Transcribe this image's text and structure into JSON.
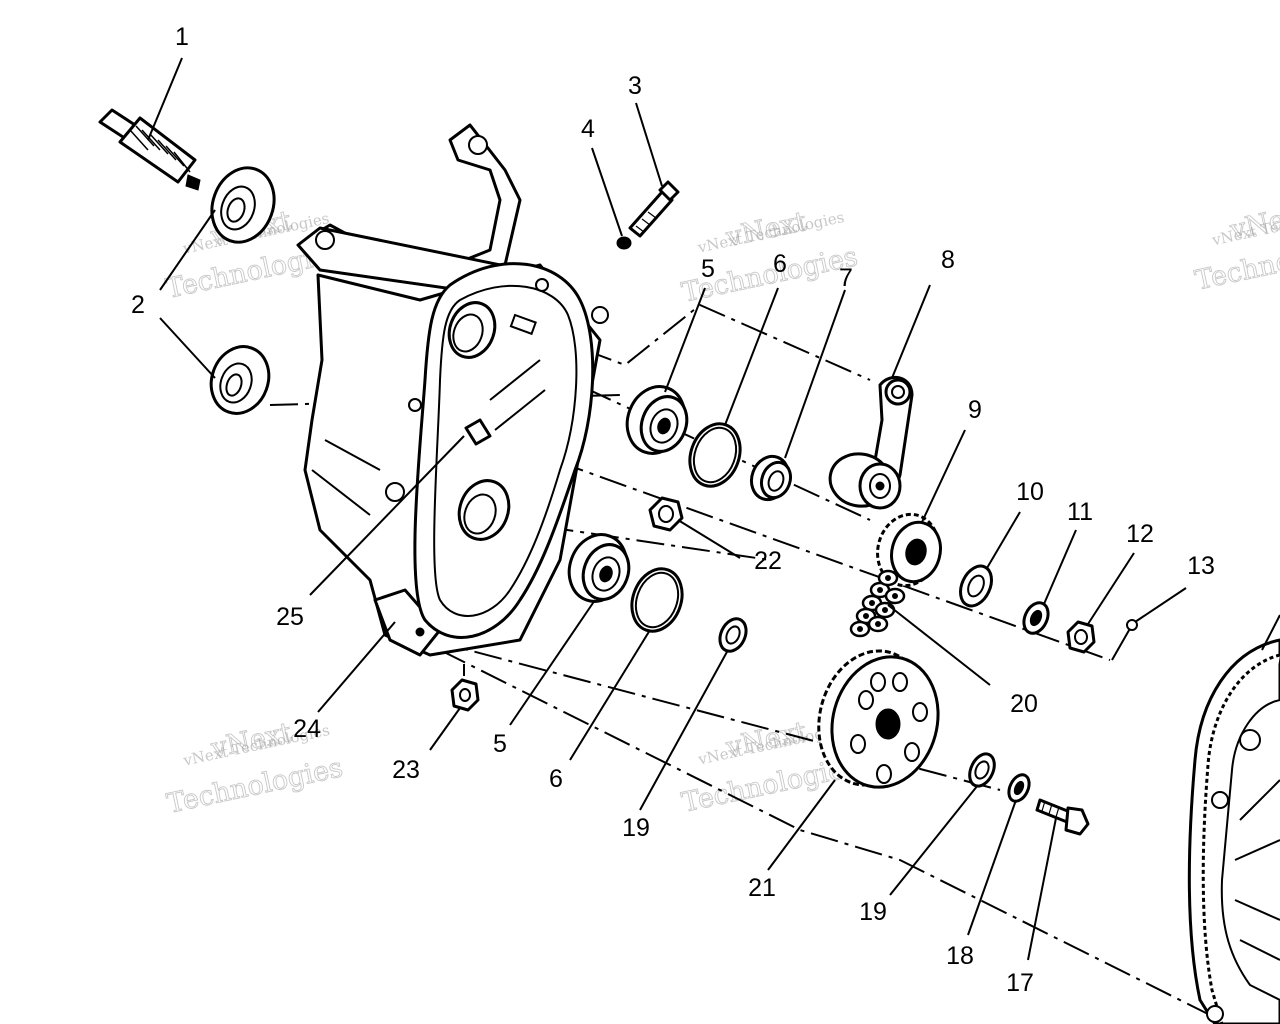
{
  "callouts": {
    "c1": "1",
    "c2": "2",
    "c3": "3",
    "c4": "4",
    "c5a": "5",
    "c5b": "5",
    "c6a": "6",
    "c6b": "6",
    "c7": "7",
    "c8": "8",
    "c9": "9",
    "c10": "10",
    "c11": "11",
    "c12": "12",
    "c13": "13",
    "c17": "17",
    "c18": "18",
    "c19a": "19",
    "c19b": "19",
    "c20": "20",
    "c21": "21",
    "c22": "22",
    "c23": "23",
    "c24": "24",
    "c25": "25"
  },
  "watermark": {
    "line1": "vNext Technologies",
    "line2": "Technologies",
    "line3": "vNext"
  },
  "colors": {
    "ink": "#000000",
    "paper": "#ffffff",
    "watermark": "#9a9a9a"
  }
}
